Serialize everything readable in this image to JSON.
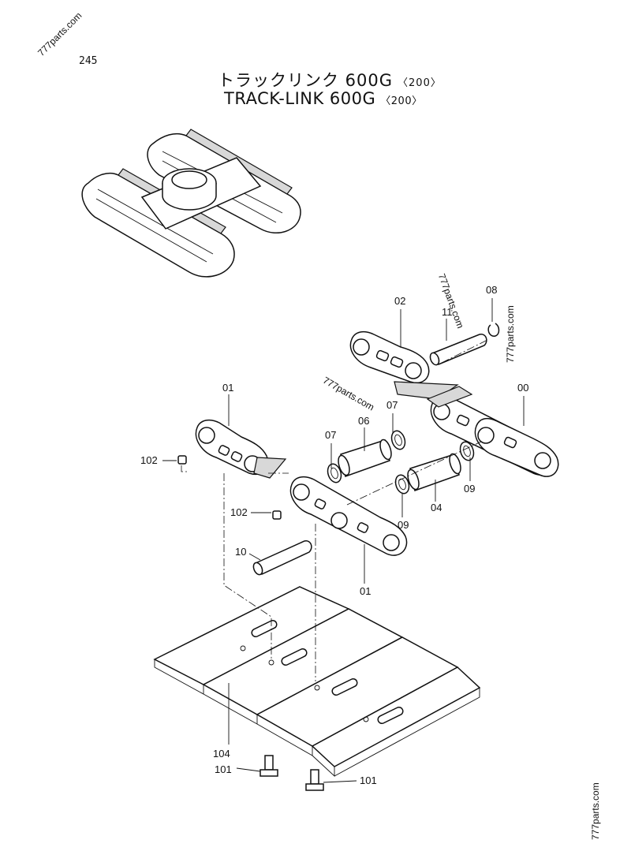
{
  "header": {
    "page_number": "245",
    "title_jp": "トラックリンク 600G",
    "title_en": "TRACK-LINK 600G",
    "title_suffix": "〈200〉"
  },
  "watermarks": [
    "777parts.com",
    "777parts.com",
    "777parts.com",
    "777parts.com",
    "777parts.com"
  ],
  "callouts": {
    "c00": "00",
    "c01a": "01",
    "c01b": "01",
    "c02": "02",
    "c04": "04",
    "c06": "06",
    "c07a": "07",
    "c07b": "07",
    "c08": "08",
    "c09a": "09",
    "c09b": "09",
    "c10": "10",
    "c11": "11",
    "c101a": "101",
    "c101b": "101",
    "c102a": "102",
    "c102b": "102",
    "c104": "104"
  }
}
